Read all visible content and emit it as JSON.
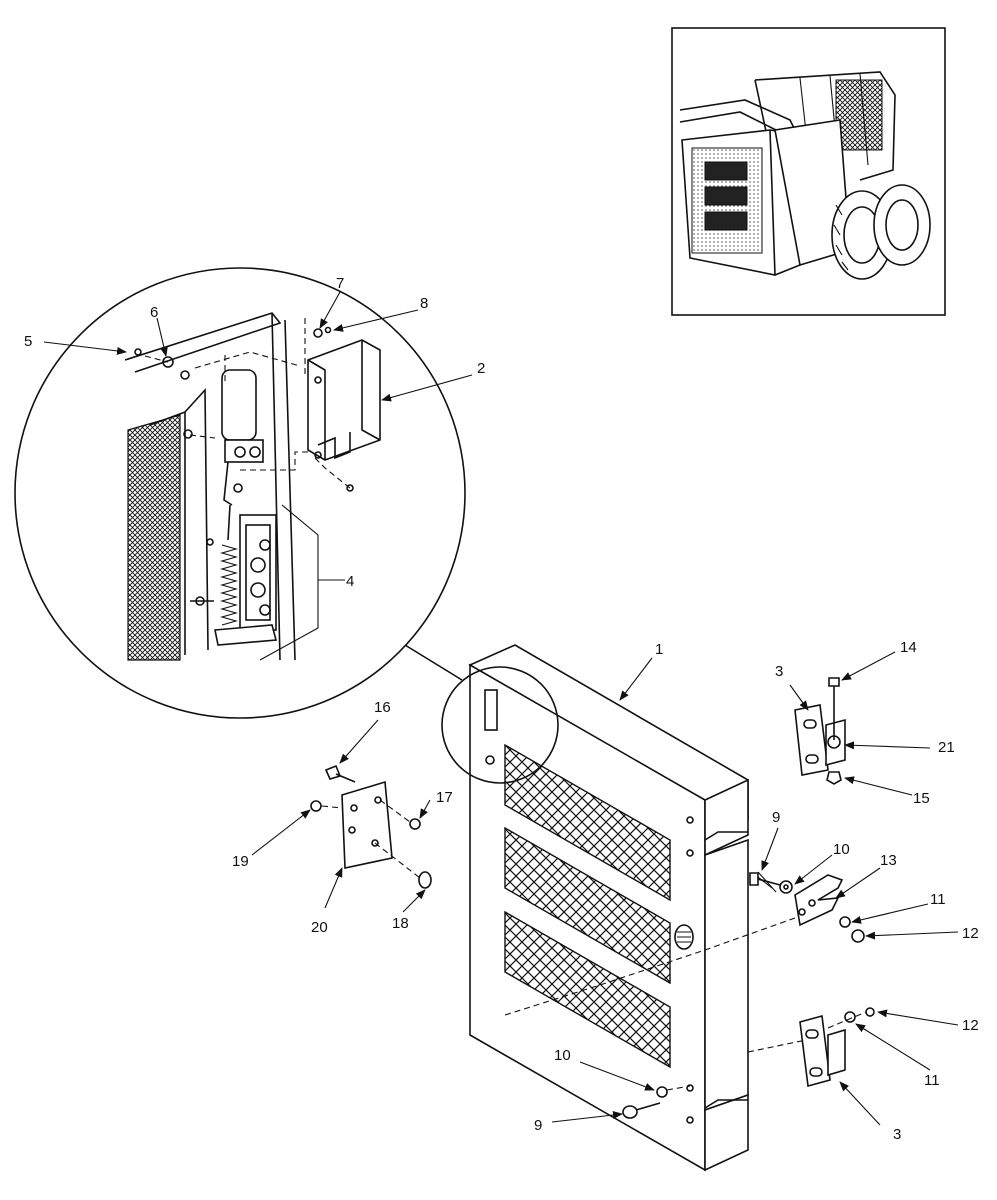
{
  "callouts": [
    {
      "id": "c1",
      "text": "1"
    },
    {
      "id": "c2",
      "text": "2"
    },
    {
      "id": "c3a",
      "text": "3"
    },
    {
      "id": "c3b",
      "text": "3"
    },
    {
      "id": "c4",
      "text": "4"
    },
    {
      "id": "c5",
      "text": "5"
    },
    {
      "id": "c6",
      "text": "6"
    },
    {
      "id": "c7",
      "text": "7"
    },
    {
      "id": "c8",
      "text": "8"
    },
    {
      "id": "c9a",
      "text": "9"
    },
    {
      "id": "c9b",
      "text": "9"
    },
    {
      "id": "c10a",
      "text": "10"
    },
    {
      "id": "c10b",
      "text": "10"
    },
    {
      "id": "c11a",
      "text": "11"
    },
    {
      "id": "c11b",
      "text": "11"
    },
    {
      "id": "c12a",
      "text": "12"
    },
    {
      "id": "c12b",
      "text": "12"
    },
    {
      "id": "c13",
      "text": "13"
    },
    {
      "id": "c14",
      "text": "14"
    },
    {
      "id": "c15",
      "text": "15"
    },
    {
      "id": "c16",
      "text": "16"
    },
    {
      "id": "c17",
      "text": "17"
    },
    {
      "id": "c18",
      "text": "18"
    },
    {
      "id": "c19",
      "text": "19"
    },
    {
      "id": "c20",
      "text": "20"
    },
    {
      "id": "c21",
      "text": "21"
    }
  ]
}
